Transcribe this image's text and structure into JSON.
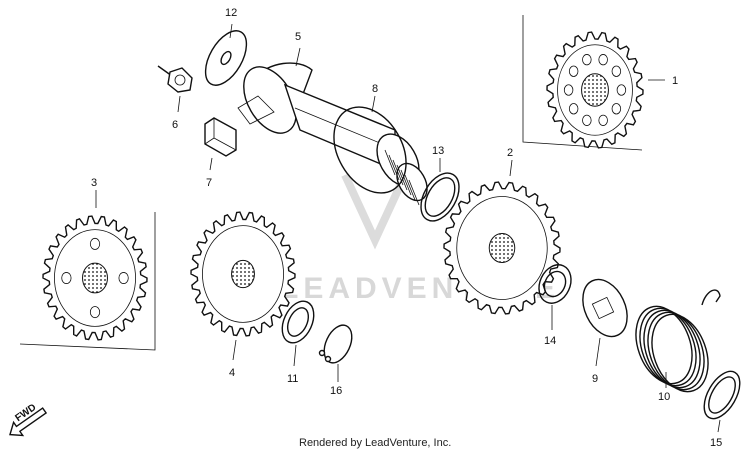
{
  "diagram": {
    "callouts": [
      "1",
      "2",
      "3",
      "4",
      "5",
      "6",
      "7",
      "8",
      "9",
      "10",
      "11",
      "12",
      "13",
      "14",
      "15",
      "16"
    ],
    "direction_label": "FWD",
    "watermark": "LEADVENTURE",
    "credit": "Rendered by LeadVenture, Inc."
  }
}
